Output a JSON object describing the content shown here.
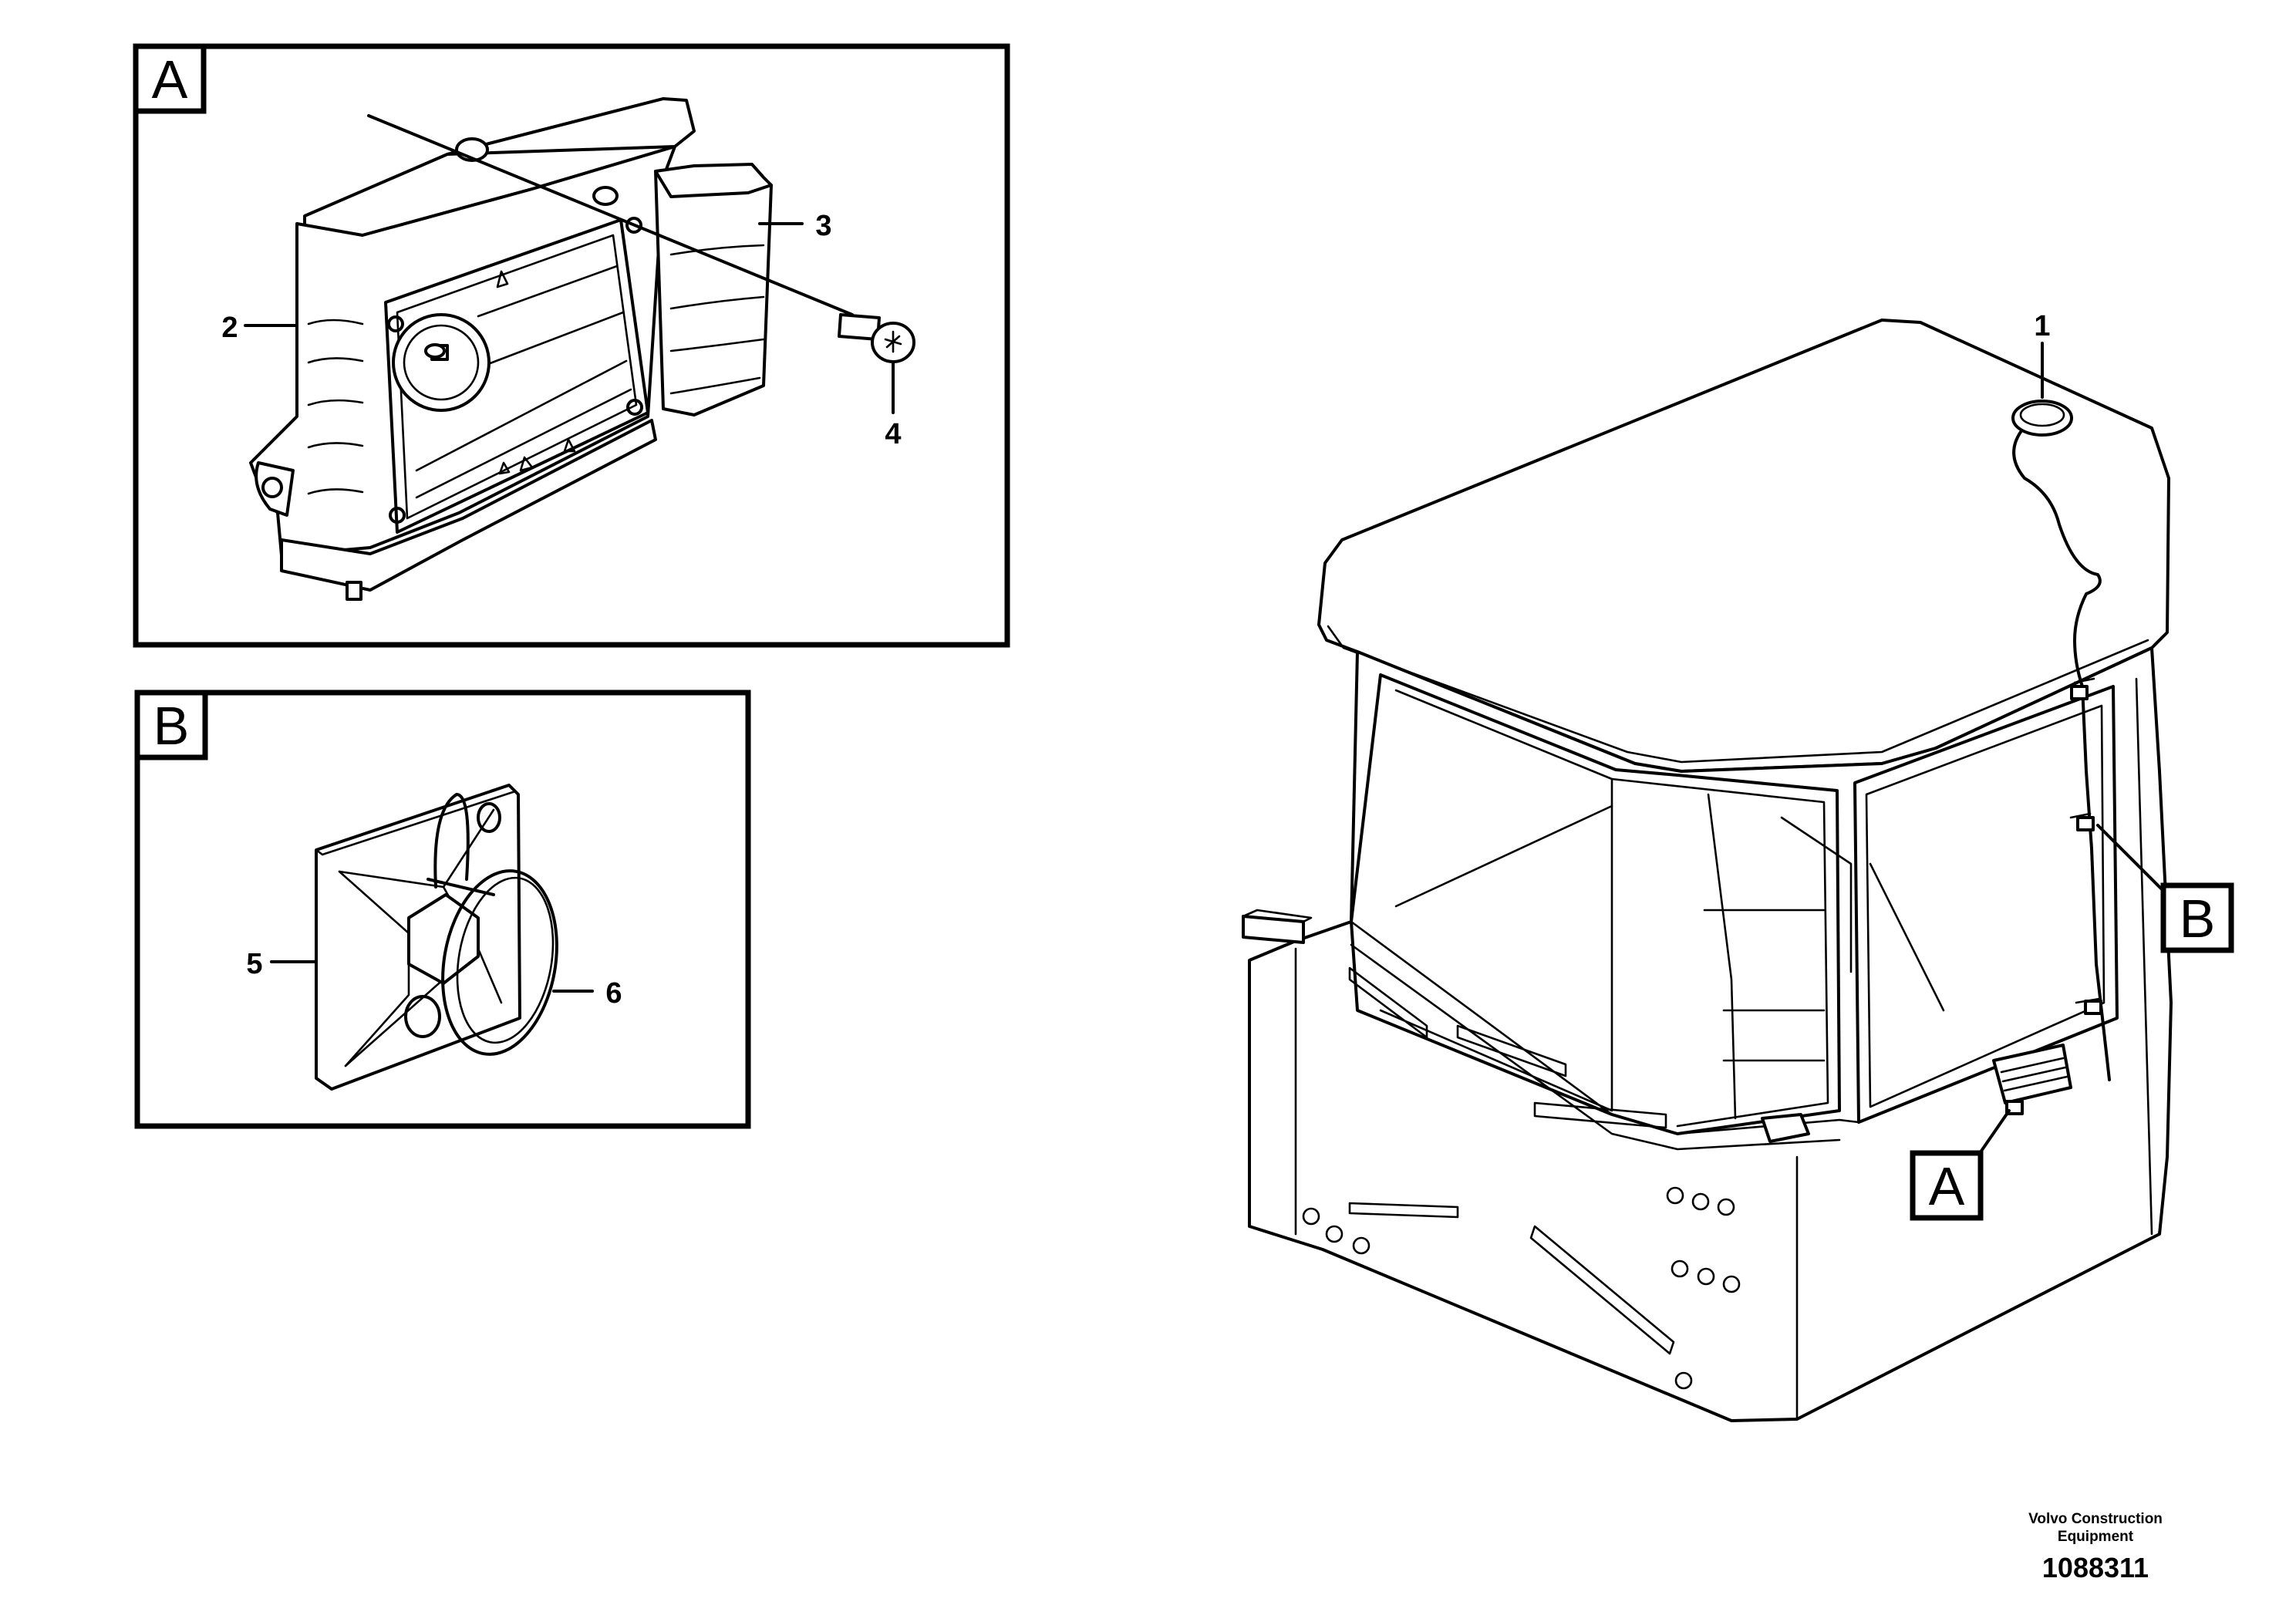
{
  "detail_a": {
    "tag": "A"
  },
  "detail_b": {
    "tag": "B"
  },
  "callouts": {
    "c1": "1",
    "c2": "2",
    "c3": "3",
    "c4": "4",
    "c5": "5",
    "c6": "6"
  },
  "cab_callouts": {
    "tag_a": "A",
    "tag_b": "B"
  },
  "footer": {
    "company_line1": "Volvo Construction",
    "company_line2": "Equipment",
    "drawing_number": "1088311"
  }
}
